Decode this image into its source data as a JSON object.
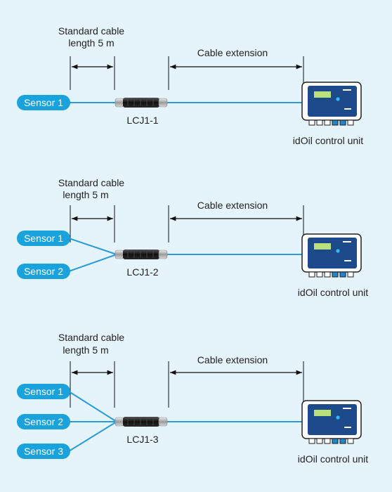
{
  "colors": {
    "background": "#e5f3fb",
    "sensor_pill": "#1aa2dc",
    "cable": "#2a9bd6",
    "unit_screen": "#1c4a8a",
    "unit_display": "#b9e07a",
    "dimension_line": "#111111"
  },
  "panels": [
    {
      "standard_cable": "Standard cable",
      "standard_length": "length 5 m",
      "extension": "Cable extension",
      "connector": "LCJ1-1",
      "unit": "idOil control unit",
      "sensors": [
        "Sensor 1"
      ]
    },
    {
      "standard_cable": "Standard cable",
      "standard_length": "length 5 m",
      "extension": "Cable extension",
      "connector": "LCJ1-2",
      "unit": "idOil control unit",
      "sensors": [
        "Sensor 1",
        "Sensor 2"
      ]
    },
    {
      "standard_cable": "Standard cable",
      "standard_length": "length 5 m",
      "extension": "Cable extension",
      "connector": "LCJ1-3",
      "unit": "idOil control unit",
      "sensors": [
        "Sensor 1",
        "Sensor 2",
        "Sensor 3"
      ]
    }
  ]
}
